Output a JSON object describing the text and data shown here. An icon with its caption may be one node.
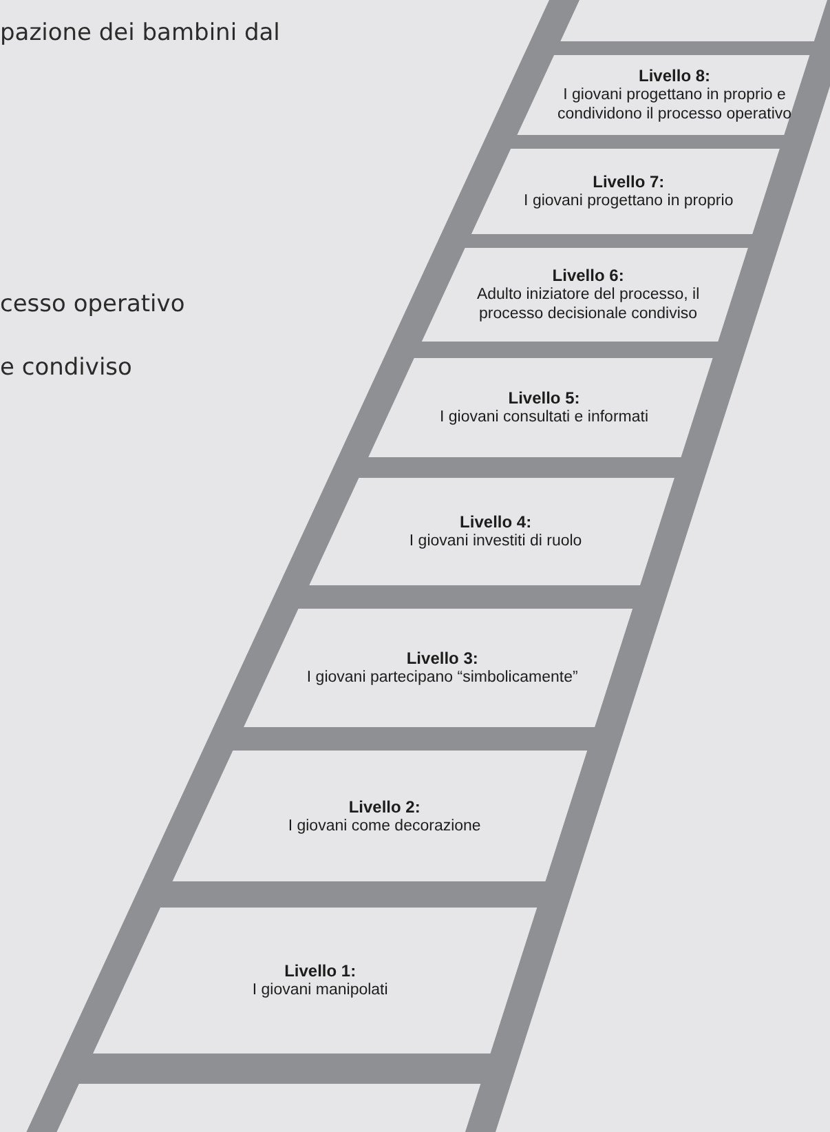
{
  "diagram": {
    "nodes": [
      {
        "text": [
          "Livello 8:",
          "I giovani progettano in proprio e condividono il processo operativo"
        ]
      },
      {
        "text": [
          "Livello 7:",
          "I giovani progettano in proprio"
        ]
      },
      {
        "text": [
          "Livello 6:",
          "Adulto iniziatore del processo, il processo decisionale condiviso"
        ]
      },
      {
        "text": [
          "Livello 5:",
          "I giovani consultati e informati"
        ]
      },
      {
        "text": [
          "Livello 4:",
          "I giovani investiti di ruolo"
        ]
      },
      {
        "text": [
          "Livello 3:",
          "I giovani partecipano “simbolicamente”"
        ]
      },
      {
        "text": [
          "Livello 2:",
          "I giovani come decorazione"
        ]
      },
      {
        "text": [
          "Livello 1:",
          "I giovani manipolati"
        ]
      }
    ],
    "edges": [],
    "labels": [
      "pazione dei bambini dal",
      "cesso operativo",
      "e condiviso"
    ]
  }
}
